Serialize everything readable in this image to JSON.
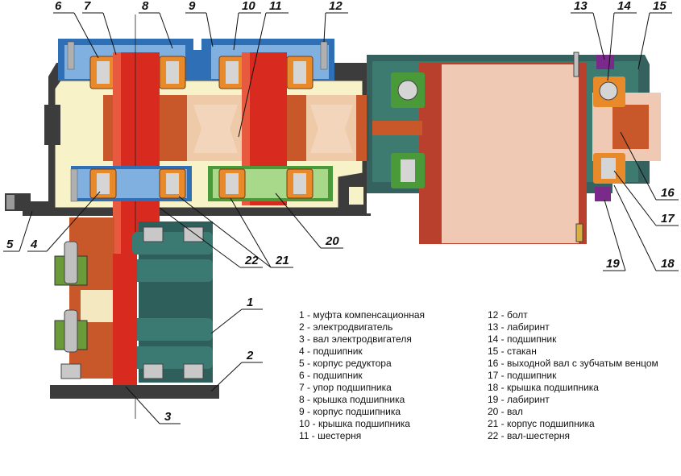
{
  "callouts": [
    {
      "id": "c6",
      "label": "6"
    },
    {
      "id": "c7",
      "label": "7"
    },
    {
      "id": "c8",
      "label": "8"
    },
    {
      "id": "c9",
      "label": "9"
    },
    {
      "id": "c10",
      "label": "10"
    },
    {
      "id": "c11",
      "label": "11"
    },
    {
      "id": "c12",
      "label": "12"
    },
    {
      "id": "c13",
      "label": "13"
    },
    {
      "id": "c14",
      "label": "14"
    },
    {
      "id": "c15",
      "label": "15"
    },
    {
      "id": "c16",
      "label": "16"
    },
    {
      "id": "c17",
      "label": "17"
    },
    {
      "id": "c18",
      "label": "18"
    },
    {
      "id": "c19",
      "label": "19"
    },
    {
      "id": "c20",
      "label": "20"
    },
    {
      "id": "c21",
      "label": "21"
    },
    {
      "id": "c22",
      "label": "22"
    },
    {
      "id": "c5",
      "label": "5"
    },
    {
      "id": "c4",
      "label": "4"
    },
    {
      "id": "c1",
      "label": "1"
    },
    {
      "id": "c2",
      "label": "2"
    },
    {
      "id": "c3",
      "label": "3"
    }
  ],
  "legend_left": [
    "1 - муфта компенсационная",
    "2 - электродвигатель",
    "3 - вал электродвигателя",
    "4 - подшипник",
    "5 - корпус редуктора",
    "6 - подшипник",
    "7 - упор подшипника",
    "8 - крышка подшипника",
    "9 - корпус подшипника",
    "10 - крышка подшипника",
    "11 - шестерня"
  ],
  "legend_right": [
    "12 - болт",
    "13 - лабиринт",
    "14 - подшипник",
    "15 - стакан",
    "16 - выходной вал с зубчатым венцом",
    "17 - подшипник",
    "18 - крышка подшипника",
    "19 - лабиринт",
    "20 - вал",
    "21 - корпус подшипника",
    "22 - вал-шестерня"
  ],
  "colors": {
    "housing": "#3c3c3c",
    "housing_fill": "#f7f2c8",
    "shaft_red": "#d92a1f",
    "gear_orange": "#c8582a",
    "gear_light": "#efcaa9",
    "bearing_blue": "#2e6fb5",
    "bearing_green": "#4a9a3a",
    "coupling_teal": "#2f5f5a",
    "drum_red": "#b8402c",
    "drum_light": "#f0c9b5",
    "labyrinth_purple": "#7a2a8a"
  }
}
